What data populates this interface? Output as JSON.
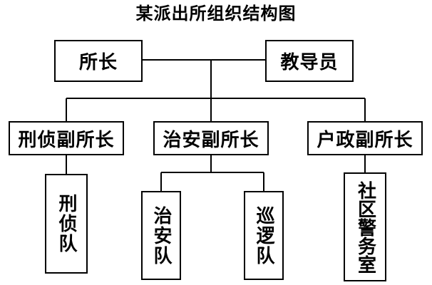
{
  "title": "某派出所组织结构图",
  "nodes": {
    "director": "所长",
    "instructor": "教导员",
    "deputy_criminal": "刑侦副所长",
    "deputy_security": "治安副所长",
    "deputy_household": "户政副所长",
    "criminal_team": "刑侦队",
    "security_team": "治安队",
    "patrol_team": "巡逻队",
    "community_room": "社区警务室"
  }
}
